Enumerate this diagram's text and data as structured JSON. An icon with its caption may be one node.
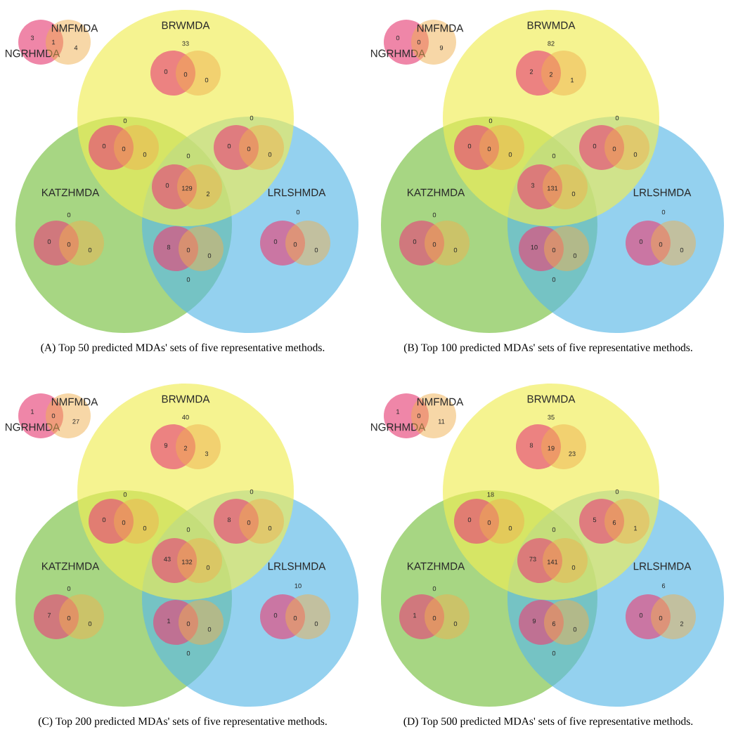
{
  "diagram": {
    "nodes": [
      {
        "text": [
          "3",
          "NGRHMDA"
        ]
      },
      {
        "text": [
          "NMFMDA",
          "4"
        ]
      },
      {
        "text": [
          "BRWMDA"
        ]
      },
      {
        "text": [
          "0"
        ],
        "in": 2
      },
      {
        "text": [
          "0"
        ],
        "in": 2
      },
      {
        "text": [
          "0"
        ]
      },
      {
        "text": [
          "0"
        ]
      },
      {
        "text": [
          "0"
        ]
      },
      {
        "text": [
          "0"
        ]
      },
      {
        "text": [
          "0"
        ]
      },
      {
        "text": [
          "2"
        ]
      },
      {
        "text": [
          "KATZHMDA"
        ]
      },
      {
        "text": [
          "LRLSHMDA"
        ]
      },
      {
        "text": [
          "0"
        ],
        "in": 11
      },
      {
        "text": [
          "0"
        ],
        "in": 11
      },
      {
        "text": [
          "0"
        ],
        "in": 12
      },
      {
        "text": [
          "0"
        ],
        "in": 12
      },
      {
        "text": [
          "8"
        ]
      },
      {
        "text": [
          "0"
        ]
      },
      {
        "text": [
          "0",
          "NGRHMDA"
        ]
      },
      {
        "text": [
          "NMFMDA",
          "9"
        ]
      },
      {
        "text": [
          "BRWMDA"
        ]
      },
      {
        "text": [
          "2"
        ],
        "in": 21
      },
      {
        "text": [
          "1"
        ],
        "in": 21
      },
      {
        "text": [
          "0"
        ]
      },
      {
        "text": [
          "0"
        ]
      },
      {
        "text": [
          "0"
        ]
      },
      {
        "text": [
          "0"
        ]
      },
      {
        "text": [
          "3"
        ]
      },
      {
        "text": [
          "0"
        ]
      },
      {
        "text": [
          "KATZHMDA"
        ]
      },
      {
        "text": [
          "LRLSHMDA"
        ]
      },
      {
        "text": [
          "0"
        ],
        "in": 30
      },
      {
        "text": [
          "0"
        ],
        "in": 30
      },
      {
        "text": [
          "0"
        ],
        "in": 31
      },
      {
        "text": [
          "0"
        ],
        "in": 31
      },
      {
        "text": [
          "10"
        ]
      },
      {
        "text": [
          "0"
        ]
      },
      {
        "text": [
          "1",
          "NGRHMDA"
        ]
      },
      {
        "text": [
          "NMFMDA",
          "27"
        ]
      },
      {
        "text": [
          "BRWMDA"
        ]
      },
      {
        "text": [
          "9"
        ],
        "in": 40
      },
      {
        "text": [
          "3"
        ],
        "in": 40
      },
      {
        "text": [
          "0"
        ]
      },
      {
        "text": [
          "0"
        ]
      },
      {
        "text": [
          "8"
        ]
      },
      {
        "text": [
          "0"
        ]
      },
      {
        "text": [
          "43"
        ]
      },
      {
        "text": [
          "0"
        ]
      },
      {
        "text": [
          "KATZHMDA"
        ]
      },
      {
        "text": [
          "LRLSHMDA"
        ]
      },
      {
        "text": [
          "7"
        ],
        "in": 49
      },
      {
        "text": [
          "0"
        ],
        "in": 49
      },
      {
        "text": [
          "0"
        ],
        "in": 50
      },
      {
        "text": [
          "0"
        ],
        "in": 50
      },
      {
        "text": [
          "1"
        ]
      },
      {
        "text": [
          "0"
        ]
      },
      {
        "text": [
          "1",
          "NGRHMDA"
        ]
      },
      {
        "text": [
          "NMFMDA",
          "11"
        ]
      },
      {
        "text": [
          "BRWMDA"
        ]
      },
      {
        "text": [
          "8"
        ],
        "in": 59
      },
      {
        "text": [
          "23"
        ],
        "in": 59
      },
      {
        "text": [
          "0"
        ]
      },
      {
        "text": [
          "0"
        ]
      },
      {
        "text": [
          "5"
        ]
      },
      {
        "text": [
          "1"
        ]
      },
      {
        "text": [
          "73"
        ]
      },
      {
        "text": [
          "0"
        ]
      },
      {
        "text": [
          "KATZHMDA"
        ]
      },
      {
        "text": [
          "LRLSHMDA"
        ]
      },
      {
        "text": [
          "1"
        ],
        "in": 68
      },
      {
        "text": [
          "0"
        ],
        "in": 68
      },
      {
        "text": [
          "0"
        ],
        "in": 69
      },
      {
        "text": [
          "2"
        ],
        "in": 69
      },
      {
        "text": [
          "9"
        ]
      },
      {
        "text": [
          "0"
        ]
      }
    ],
    "labels": [
      "1",
      "33",
      "0",
      "0",
      "0",
      "0",
      "0",
      "0",
      "129",
      "0",
      "0",
      "0",
      "0",
      "0",
      "0",
      "(A) Top 50 predicted MDAs' sets of five representative methods.",
      "0",
      "82",
      "2",
      "0",
      "0",
      "0",
      "0",
      "0",
      "131",
      "0",
      "0",
      "0",
      "0",
      "0",
      "0",
      "(B) Top 100 predicted MDAs' sets of five representative methods.",
      "0",
      "40",
      "2",
      "0",
      "0",
      "0",
      "0",
      "0",
      "132",
      "0",
      "0",
      "10",
      "0",
      "0",
      "0",
      "(C) Top 200 predicted MDAs' sets of five representative methods.",
      "0",
      "35",
      "19",
      "18",
      "0",
      "0",
      "6",
      "0",
      "141",
      "0",
      "0",
      "6",
      "0",
      "6",
      "0",
      "(D) Top 500 predicted MDAs' sets of five representative methods."
    ]
  }
}
